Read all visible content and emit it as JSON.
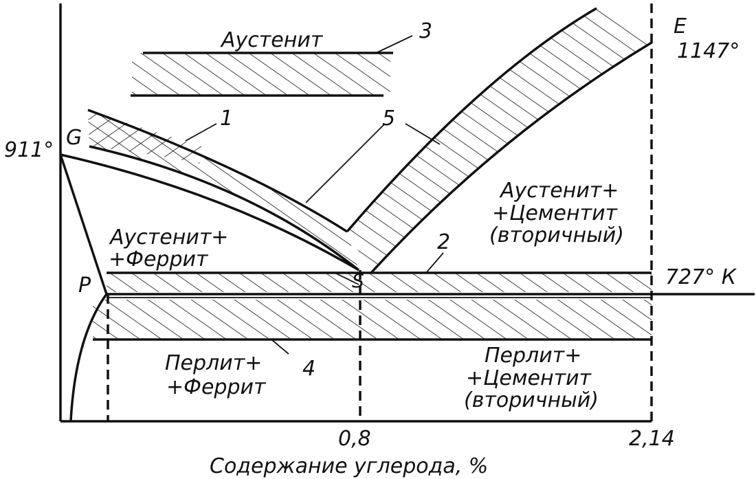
{
  "temperatures": {
    "t911": "911°",
    "t1147": "1147°",
    "t727": "727° К"
  },
  "points": {
    "G": "G",
    "E": "E",
    "S": "S",
    "P": "P"
  },
  "zones": {
    "austenite": "Аустенит",
    "austenite_ferrite_1": "Аустенит+",
    "austenite_ferrite_2": "+Феррит",
    "austenite_cementite_1": "Аустенит+",
    "austenite_cementite_2": "+Цементит",
    "austenite_cementite_3": "(вторичный)",
    "pearlite_ferrite_1": "Перлит+",
    "pearlite_ferrite_2": "+Феррит",
    "pearlite_cementite_1": "Перлит+",
    "pearlite_cementite_2": "+Цементит",
    "pearlite_cementite_3": "(вторичный)"
  },
  "callouts": [
    "1",
    "2",
    "3",
    "4",
    "5"
  ],
  "axis": {
    "tick_08": "0,8",
    "tick_214": "2,14",
    "xlabel": "Содержание углерода, %"
  },
  "colors": {
    "ink": "#111111",
    "background": "#ffffff"
  }
}
